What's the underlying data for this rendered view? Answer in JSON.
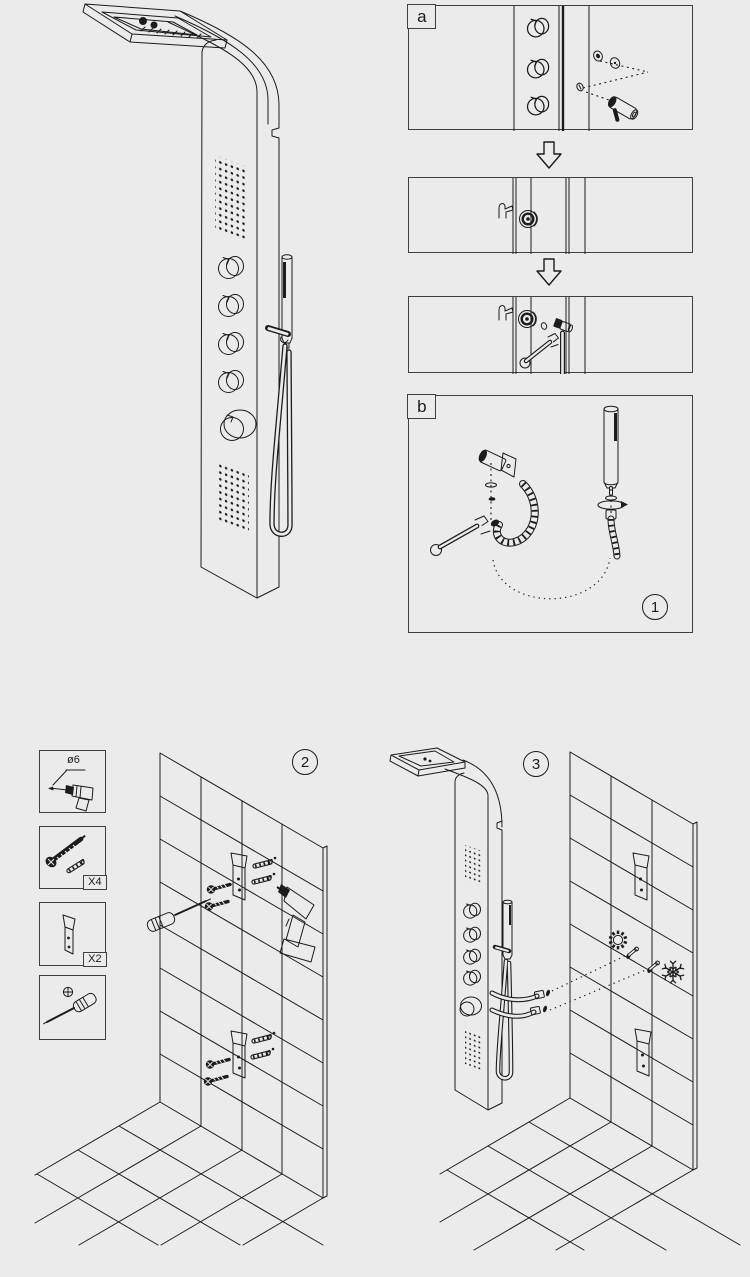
{
  "page": {
    "background": "#ebebeb",
    "line_color": "#1c1c1c",
    "description": "Shower panel installation instruction diagram"
  },
  "labels": {
    "box_a": "a",
    "box_b": "b"
  },
  "badges": {
    "step1": "1",
    "step2": "2",
    "step3": "3"
  },
  "step2": {
    "parts": [
      {
        "name": "drill-bit-6mm",
        "label": "ø6"
      },
      {
        "name": "screw-with-wall-plug",
        "label": "X4"
      },
      {
        "name": "mounting-bracket",
        "label": "X2"
      },
      {
        "name": "phillips-screwdriver",
        "label": ""
      }
    ]
  },
  "icons": {
    "hot_water": "sun-icon",
    "cold_water": "snowflake-icon",
    "phillips_head": "phillips-cross-icon",
    "sequence_arrow": "down-arrow-icon"
  }
}
